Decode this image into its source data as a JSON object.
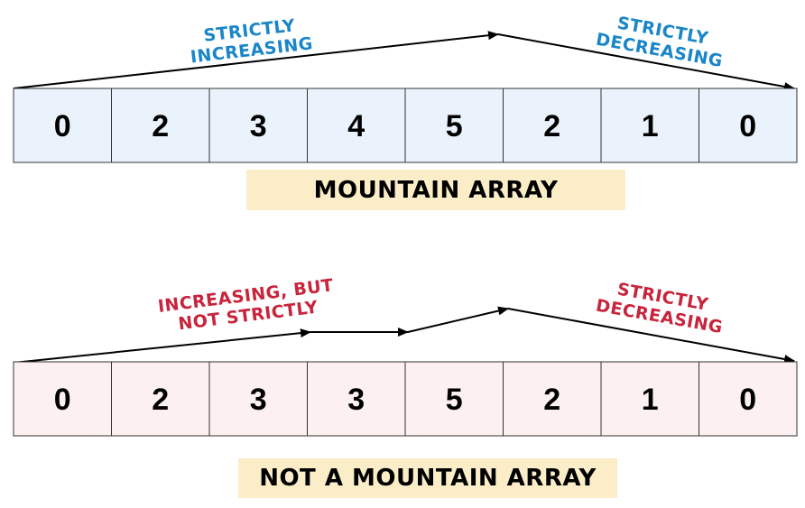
{
  "colors": {
    "blue_text": "#1a86c8",
    "red_text": "#c8243c",
    "mountain_cell_fill": "#eaf3fc",
    "not_mountain_cell_fill": "#fcf0f1",
    "caption_fill": "#fbedc7",
    "border": "#333333",
    "arrow": "#000000"
  },
  "mountain": {
    "values": [
      "0",
      "2",
      "3",
      "4",
      "5",
      "2",
      "1",
      "0"
    ],
    "caption": "MOUNTAIN ARRAY",
    "label_left": {
      "line1": "STRICTLY",
      "line2": "INCREASING"
    },
    "label_right": {
      "line1": "STRICTLY",
      "line2": "DECREASING"
    }
  },
  "not_mountain": {
    "values": [
      "0",
      "2",
      "3",
      "3",
      "5",
      "2",
      "1",
      "0"
    ],
    "caption": "NOT A MOUNTAIN ARRAY",
    "label_left": {
      "line1": "INCREASING, BUT",
      "line2": "NOT STRICTLY"
    },
    "label_right": {
      "line1": "STRICTLY",
      "line2": "DECREASING"
    }
  }
}
